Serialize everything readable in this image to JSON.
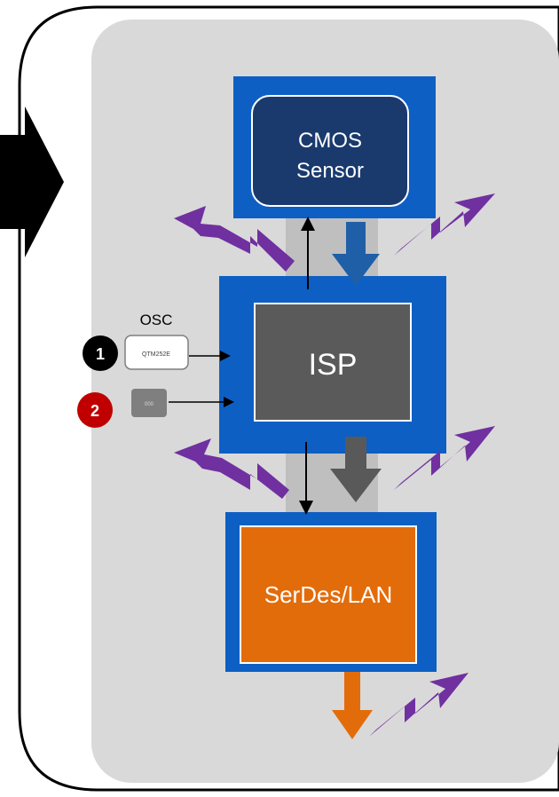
{
  "blocks": {
    "sensor": {
      "line1": "CMOS",
      "line2": "Sensor"
    },
    "isp": {
      "label": "ISP"
    },
    "serdes": {
      "label": "SerDes/LAN"
    }
  },
  "oscillator": {
    "heading": "OSC",
    "chip1_marking": "QTM252E",
    "chip2_marking": "000",
    "badge1": "1",
    "badge2": "2"
  },
  "colors": {
    "outer_blue": "#0d5fc4",
    "sensor_navy": "#1a3a6e",
    "isp_gray": "#5a5a5a",
    "serdes_orange": "#e36c0a",
    "emission_purple": "#7030a0",
    "panel_gray": "#d9d9d9",
    "badge_red": "#c00000"
  }
}
